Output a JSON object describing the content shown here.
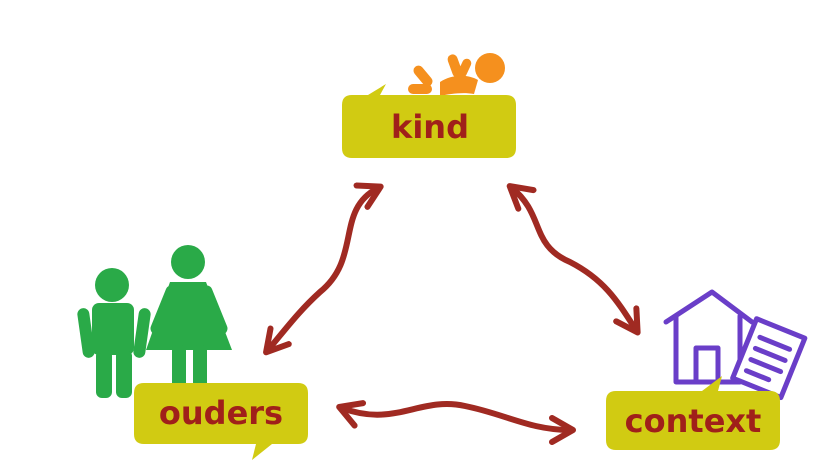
{
  "nodes": {
    "child": {
      "label": "kind"
    },
    "parents": {
      "label": "ouders"
    },
    "context": {
      "label": "context"
    }
  },
  "icons": {
    "child": "baby-icon",
    "parents": "parents-icon",
    "context": "house-document-icon"
  },
  "colors": {
    "bubble": "#d1cb12",
    "label_text": "#a0201a",
    "arrow": "#a02a22",
    "baby": "#f5901e",
    "parents": "#2aaa48",
    "house": "#6a3ec8"
  }
}
